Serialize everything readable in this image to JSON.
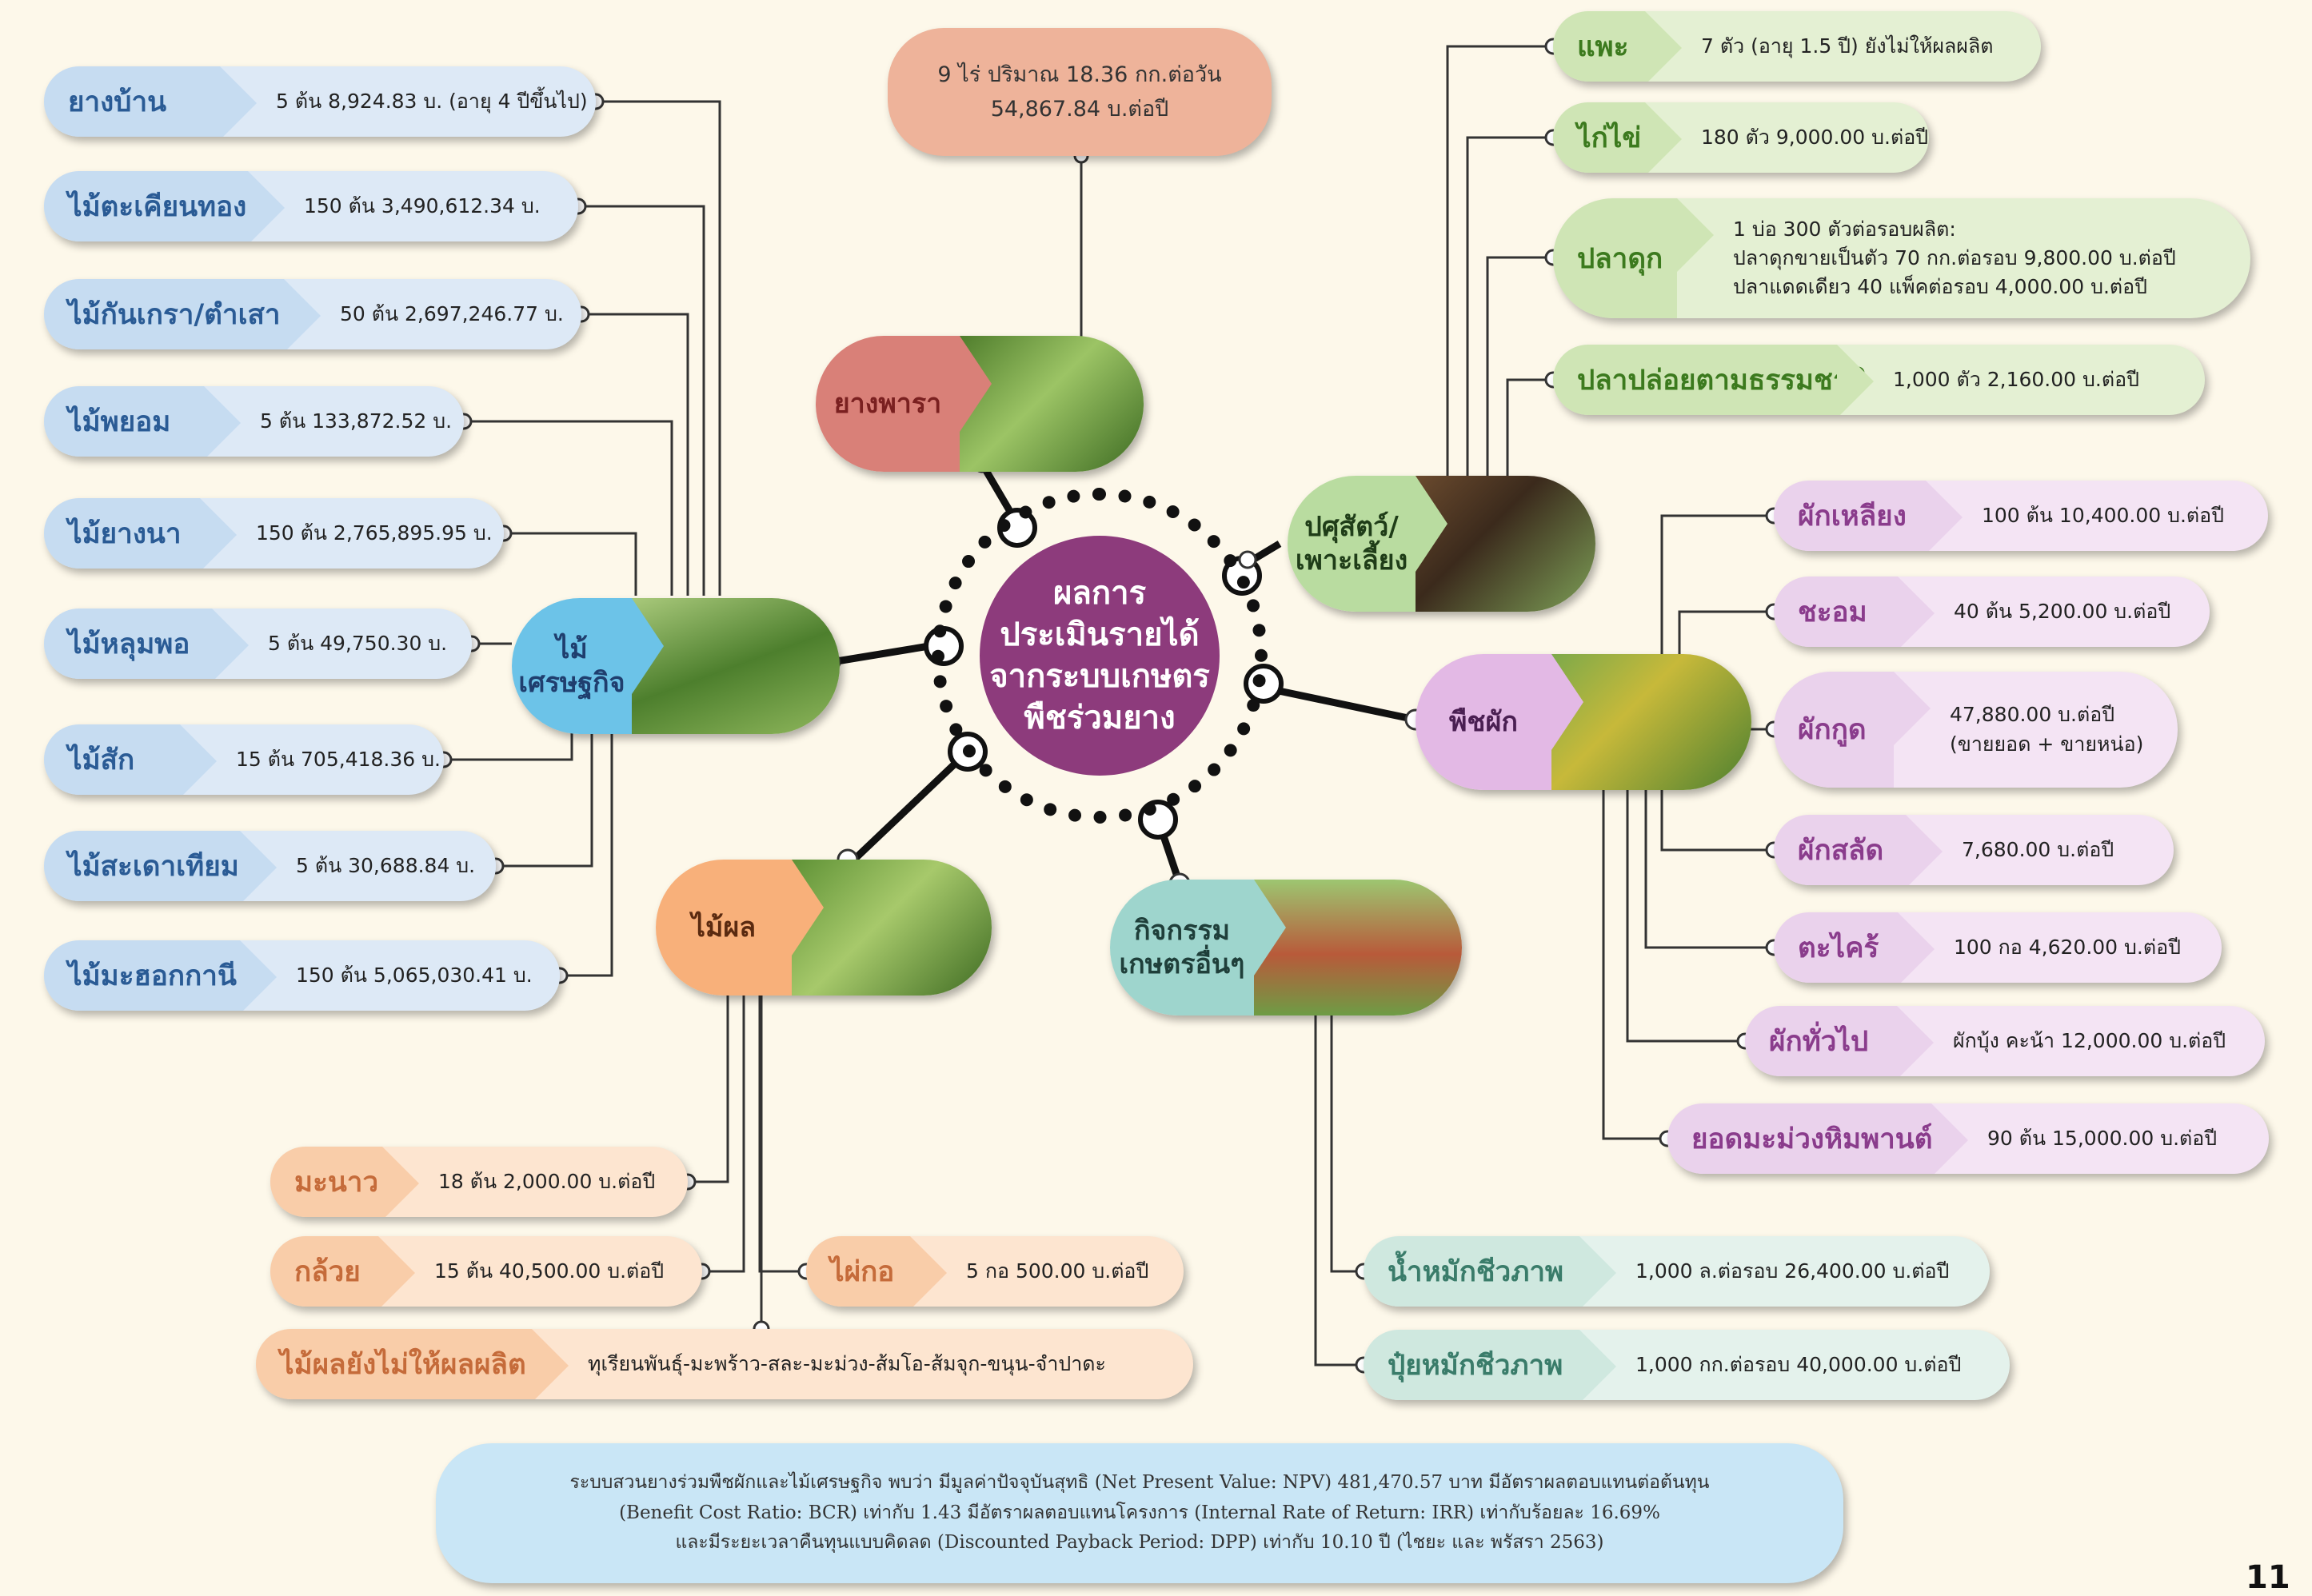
{
  "center": {
    "lines": [
      "ผลการ",
      "ประเมินรายได้",
      "จากระบบเกษตร",
      "พืชร่วมยาง"
    ]
  },
  "top_note": {
    "line1": "9 ไร่ ปริมาณ 18.36 กก.ต่อวัน",
    "line2": "54,867.84 บ.ต่อปี"
  },
  "hubs": {
    "rubber": "ยางพารา",
    "timber": [
      "ไม้",
      "เศรษฐกิจ"
    ],
    "livestock": [
      "ปศุสัตว์/",
      "เพาะเลี้ยง"
    ],
    "vegetables": "พืชผัก",
    "fruit": "ไม้ผล",
    "other": [
      "กิจกรรม",
      "เกษตรอื่นๆ"
    ]
  },
  "timber_items": [
    {
      "label": "ยางบ้าน",
      "value": "5 ต้น 8,924.83 บ. (อายุ 4 ปีขึ้นไป)"
    },
    {
      "label": "ไม้ตะเคียนทอง",
      "value": "150 ต้น 3,490,612.34 บ."
    },
    {
      "label": "ไม้กันเกรา/ตำเสา",
      "value": "50 ต้น 2,697,246.77 บ."
    },
    {
      "label": "ไม้พยอม",
      "value": "5 ต้น 133,872.52 บ."
    },
    {
      "label": "ไม้ยางนา",
      "value": "150 ต้น 2,765,895.95 บ."
    },
    {
      "label": "ไม้หลุมพอ",
      "value": "5 ต้น 49,750.30 บ."
    },
    {
      "label": "ไม้สัก",
      "value": "15 ต้น 705,418.36 บ."
    },
    {
      "label": "ไม้สะเดาเทียม",
      "value": "5 ต้น 30,688.84 บ."
    },
    {
      "label": "ไม้มะฮอกกานี",
      "value": "150 ต้น 5,065,030.41 บ."
    }
  ],
  "livestock_items": [
    {
      "label": "แพะ",
      "value": "7 ตัว (อายุ 1.5 ปี) ยังไม่ให้ผลผลิต"
    },
    {
      "label": "ไก่ไข่",
      "value": "180 ตัว 9,000.00 บ.ต่อปี"
    },
    {
      "label": "ปลาดุก",
      "lines": [
        "1 บ่อ 300 ตัวต่อรอบผลิต:",
        "ปลาดุกขายเป็นตัว 70 กก.ต่อรอบ 9,800.00 บ.ต่อปี",
        "ปลาแดดเดียว 40 แพ็คต่อรอบ 4,000.00 บ.ต่อปี"
      ]
    },
    {
      "label": "ปลาปล่อยตามธรรมชาติ",
      "value": "1,000 ตัว 2,160.00 บ.ต่อปี"
    }
  ],
  "veg_items": [
    {
      "label": "ผักเหลียง",
      "value": "100 ต้น 10,400.00 บ.ต่อปี"
    },
    {
      "label": "ชะอม",
      "value": "40 ต้น 5,200.00 บ.ต่อปี"
    },
    {
      "label": "ผักกูด",
      "lines": [
        "47,880.00 บ.ต่อปี",
        "(ขายยอด + ขายหน่อ)"
      ]
    },
    {
      "label": "ผักสลัด",
      "value": "7,680.00 บ.ต่อปี"
    },
    {
      "label": "ตะไคร้",
      "value": "100 กอ 4,620.00 บ.ต่อปี"
    },
    {
      "label": "ผักทั่วไป",
      "value": "ผักบุ้ง คะน้า 12,000.00 บ.ต่อปี"
    },
    {
      "label": "ยอดมะม่วงหิมพานต์",
      "value": "90 ต้น 15,000.00 บ.ต่อปี"
    }
  ],
  "fruit_items": [
    {
      "label": "มะนาว",
      "value": "18 ต้น 2,000.00 บ.ต่อปี"
    },
    {
      "label": "กล้วย",
      "value": "15 ต้น 40,500.00 บ.ต่อปี"
    },
    {
      "label": "ไผ่กอ",
      "value": "5 กอ 500.00 บ.ต่อปี"
    },
    {
      "label": "ไม้ผลยังไม่ให้ผลผลิต",
      "value": "ทุเรียนพันธุ์-มะพร้าว-สละ-มะม่วง-ส้มโอ-ส้มจุก-ขนุน-จำปาดะ"
    }
  ],
  "other_items": [
    {
      "label": "น้ำหมักชีวภาพ",
      "value": "1,000 ล.ต่อรอบ 26,400.00 บ.ต่อปี"
    },
    {
      "label": "ปุ๋ยหมักชีวภาพ",
      "value": "1,000 กก.ต่อรอบ 40,000.00 บ.ต่อปี"
    }
  ],
  "summary": {
    "line1": "ระบบสวนยางร่วมพืชผักและไม้เศรษฐกิจ พบว่า มีมูลค่าปัจจุบันสุทธิ (Net Present Value: NPV) 481,470.57 บาท มีอัตราผลตอบแทนต่อต้นทุน",
    "line2": "(Benefit Cost Ratio: BCR) เท่ากับ 1.43 มีอัตราผลตอบแทนโครงการ (Internal Rate of Return: IRR) เท่ากับร้อยละ 16.69%",
    "line3": "และมีระยะเวลาคืนทุนแบบคิดลด (Discounted Payback Period: DPP) เท่ากับ 10.10 ปี (ไชยะ และ พรัสรา 2563)"
  },
  "page_number": "11",
  "colors": {
    "center": "#8d3b7c",
    "rubber": "#d98078",
    "timber": "#6cc3e8",
    "livestock": "#b9dca0",
    "vegetables": "#e3b9e5",
    "fruit": "#f8b07a",
    "other": "#9ed5cd"
  }
}
